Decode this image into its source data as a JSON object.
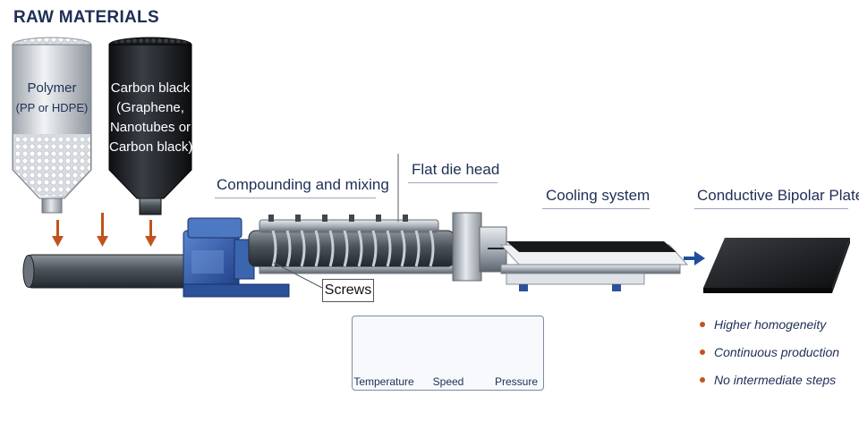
{
  "raw_materials_title": "RAW MATERIALS",
  "hoppers": {
    "polymer": {
      "line1": "Polymer",
      "line2": "(PP or HDPE)"
    },
    "carbon": {
      "line1": "Carbon black",
      "line2": "(Graphene,",
      "line3": "Nanotubes or",
      "line4": "Carbon black)"
    }
  },
  "stages": {
    "compounding": "Compounding and mixing",
    "flat_die": "Flat die head",
    "cooling": "Cooling system",
    "product": "Conductive Bipolar Plate"
  },
  "screws_label": "Screws",
  "parameters": [
    {
      "label": "Temperature",
      "icon": "thermometer-icon"
    },
    {
      "label": "Speed",
      "icon": "speed-dial-icon"
    },
    {
      "label": "Pressure",
      "icon": "pressure-gauge-icon"
    }
  ],
  "benefits": [
    "Higher homogeneity",
    "Continuous production",
    "No intermediate steps"
  ],
  "colors": {
    "title": "#1f2e55",
    "accent_arrow": "#c0541c",
    "machine_blue": "#2f5aa8",
    "flow_arrow": "#1f4e9c"
  }
}
